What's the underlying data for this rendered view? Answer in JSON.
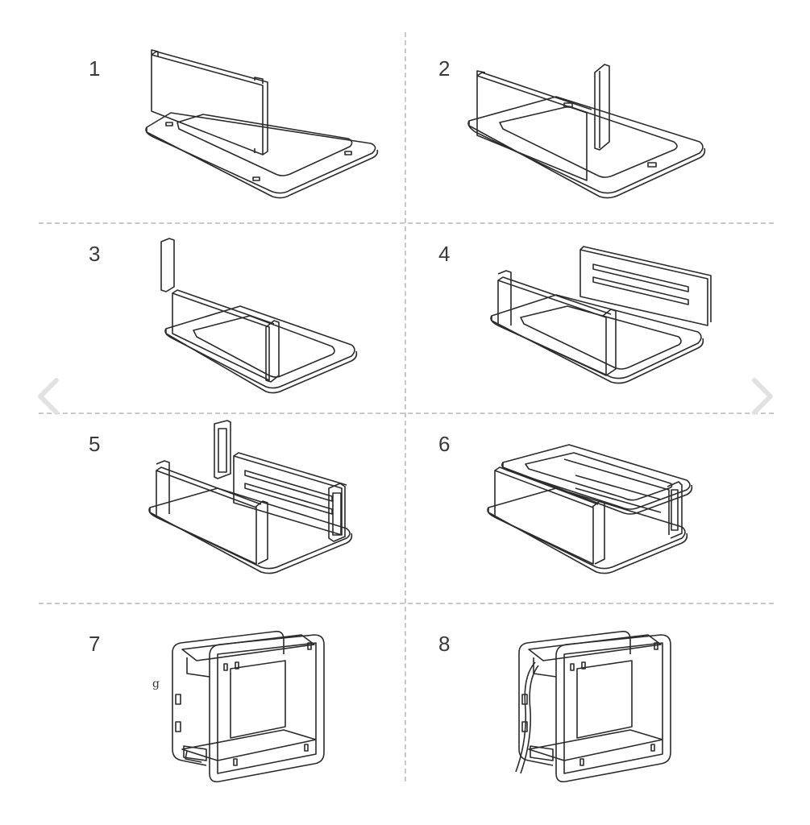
{
  "steps": [
    {
      "label": "1"
    },
    {
      "label": "2"
    },
    {
      "label": "3"
    },
    {
      "label": "4"
    },
    {
      "label": "5"
    },
    {
      "label": "6"
    },
    {
      "label": "7"
    },
    {
      "label": "8"
    }
  ],
  "stray_mark": "g",
  "icons": {
    "prev": "chevron-left-icon",
    "next": "chevron-right-icon"
  },
  "colors": {
    "line": "#2b2b2b",
    "divider": "#c9c9c9",
    "nav_arrow": "#e2e2e2"
  }
}
